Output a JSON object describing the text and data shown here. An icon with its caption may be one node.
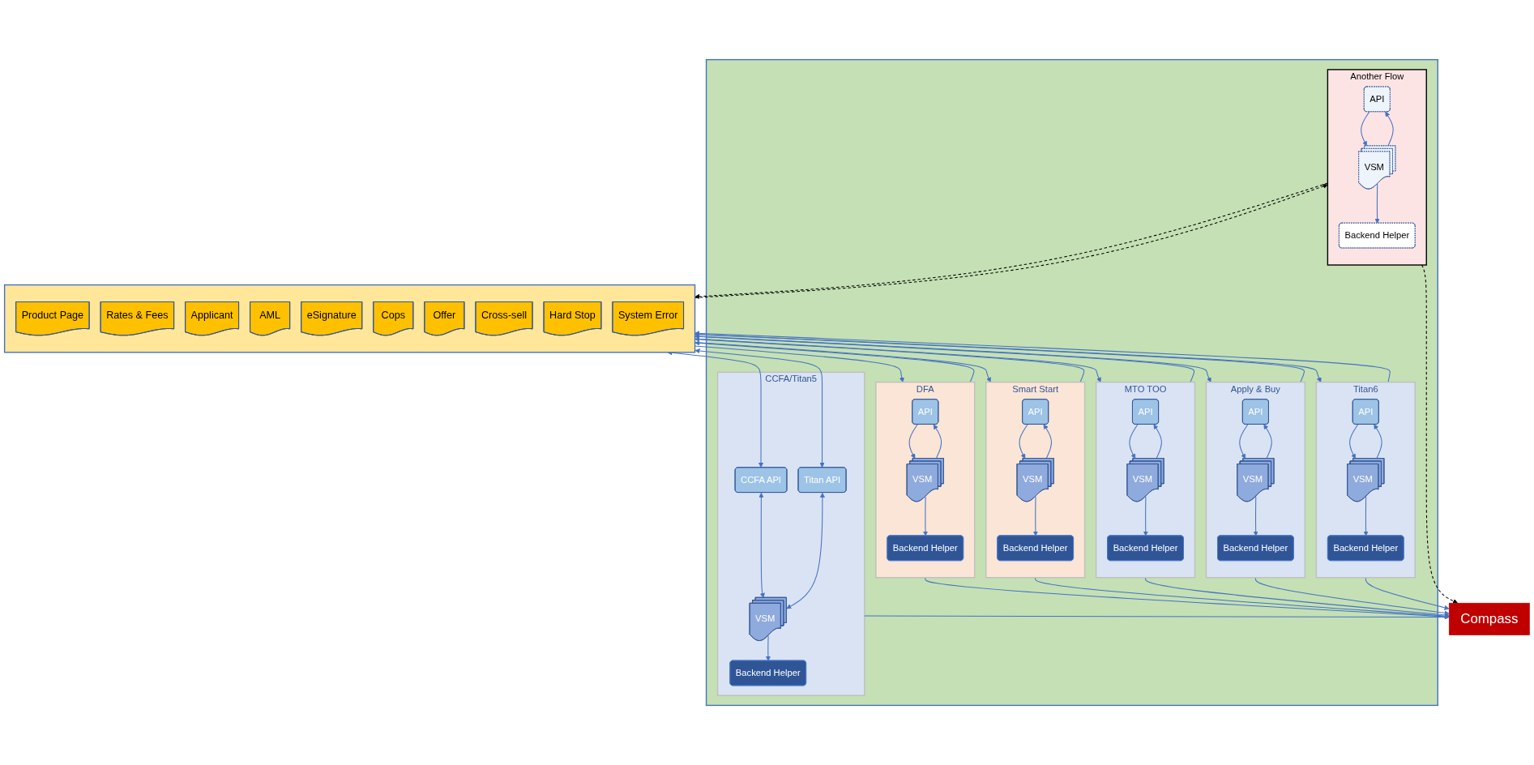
{
  "diagram": {
    "nodes": [
      {
        "text": [],
        "shape": "box"
      },
      {
        "text": [
          "Product Page"
        ],
        "in": 0
      },
      {
        "text": [
          "Rates & Fees"
        ],
        "in": 0
      },
      {
        "text": [
          "Applicant"
        ],
        "in": 0
      },
      {
        "text": [
          "AML"
        ],
        "in": 0
      },
      {
        "text": [
          "eSignature"
        ],
        "in": 0
      },
      {
        "text": [
          "Cops"
        ],
        "in": 0
      },
      {
        "text": [
          "Offer"
        ],
        "in": 0
      },
      {
        "text": [
          "Cross-sell"
        ],
        "in": 0
      },
      {
        "text": [
          "Hard Stop"
        ],
        "in": 0
      },
      {
        "text": [
          "System Error"
        ],
        "in": 0
      },
      {
        "text": [],
        "shape": "box"
      },
      {
        "text": [
          "DFA"
        ],
        "in": 11
      },
      {
        "text": [
          "API"
        ],
        "in": 12
      },
      {
        "text": [
          "VSM"
        ],
        "in": 12
      },
      {
        "text": [
          "Backend Helper"
        ],
        "in": 12
      },
      {
        "text": [
          "Smart Start"
        ],
        "in": 11
      },
      {
        "text": [
          "API"
        ],
        "in": 16
      },
      {
        "text": [
          "VSM"
        ],
        "in": 16
      },
      {
        "text": [
          "Backend Helper"
        ],
        "in": 16
      },
      {
        "text": [
          "CCFA/Titan5"
        ],
        "in": 11
      },
      {
        "text": [
          "CCFA API"
        ],
        "in": 20
      },
      {
        "text": [
          "Titan API"
        ],
        "in": 20
      },
      {
        "text": [
          "VSM"
        ],
        "in": 20
      },
      {
        "text": [
          "Backend Helper"
        ],
        "in": 20
      },
      {
        "text": [
          "MTO TOO"
        ],
        "in": 11
      },
      {
        "text": [
          "API"
        ],
        "in": 25
      },
      {
        "text": [
          "VSM"
        ],
        "in": 25
      },
      {
        "text": [
          "Backend Helper"
        ],
        "in": 25
      },
      {
        "text": [
          "Apply & Buy"
        ],
        "in": 11
      },
      {
        "text": [
          "API"
        ],
        "in": 29
      },
      {
        "text": [
          "VSM"
        ],
        "in": 29
      },
      {
        "text": [
          "Backend Helper"
        ],
        "in": 29
      },
      {
        "text": [
          "Titan6"
        ],
        "in": 11
      },
      {
        "text": [
          "API"
        ],
        "in": 33
      },
      {
        "text": [
          "VSM"
        ],
        "in": 33
      },
      {
        "text": [
          "Backend Helper"
        ],
        "in": 33
      },
      {
        "text": [
          "Another Flow"
        ],
        "in": 11
      },
      {
        "text": [
          "API"
        ],
        "in": 37
      },
      {
        "text": [
          "VSM"
        ],
        "in": 37
      },
      {
        "text": [
          "Backend Helper"
        ],
        "in": 37
      },
      {
        "text": [
          "Compass"
        ]
      }
    ],
    "edges": [
      {
        "from": 0,
        "to": 12,
        "arrow": "to"
      },
      {
        "from": 12,
        "to": 0,
        "arrow": "to"
      },
      {
        "from": 13,
        "to": 14,
        "arrow": "to"
      },
      {
        "from": 14,
        "to": 13,
        "arrow": "to"
      },
      {
        "from": 14,
        "to": 15,
        "arrow": "to"
      },
      {
        "from": 12,
        "to": 41,
        "arrow": "to"
      },
      {
        "from": 0,
        "to": 16,
        "arrow": "to"
      },
      {
        "from": 16,
        "to": 0,
        "arrow": "to"
      },
      {
        "from": 17,
        "to": 18,
        "arrow": "to"
      },
      {
        "from": 18,
        "to": 17,
        "arrow": "to"
      },
      {
        "from": 18,
        "to": 19,
        "arrow": "to"
      },
      {
        "from": 16,
        "to": 41,
        "arrow": "to"
      },
      {
        "from": 0,
        "to": 21,
        "arrow": "both"
      },
      {
        "from": 0,
        "to": 22,
        "arrow": "both"
      },
      {
        "from": 21,
        "to": 23,
        "arrow": "both"
      },
      {
        "from": 22,
        "to": 23,
        "arrow": "both"
      },
      {
        "from": 23,
        "to": 24,
        "arrow": "to"
      },
      {
        "from": 20,
        "to": 41,
        "arrow": "to"
      },
      {
        "from": 0,
        "to": 25,
        "arrow": "to"
      },
      {
        "from": 25,
        "to": 0,
        "arrow": "to"
      },
      {
        "from": 26,
        "to": 27,
        "arrow": "to"
      },
      {
        "from": 27,
        "to": 26,
        "arrow": "to"
      },
      {
        "from": 27,
        "to": 28,
        "arrow": "to"
      },
      {
        "from": 25,
        "to": 41,
        "arrow": "to"
      },
      {
        "from": 0,
        "to": 29,
        "arrow": "to"
      },
      {
        "from": 29,
        "to": 0,
        "arrow": "to"
      },
      {
        "from": 30,
        "to": 31,
        "arrow": "to"
      },
      {
        "from": 31,
        "to": 30,
        "arrow": "to"
      },
      {
        "from": 31,
        "to": 32,
        "arrow": "to"
      },
      {
        "from": 29,
        "to": 41,
        "arrow": "to"
      },
      {
        "from": 0,
        "to": 33,
        "arrow": "to"
      },
      {
        "from": 33,
        "to": 0,
        "arrow": "to"
      },
      {
        "from": 34,
        "to": 35,
        "arrow": "to"
      },
      {
        "from": 35,
        "to": 34,
        "arrow": "to"
      },
      {
        "from": 35,
        "to": 36,
        "arrow": "to"
      },
      {
        "from": 33,
        "to": 41,
        "arrow": "to"
      },
      {
        "from": 0,
        "to": 37,
        "arrow": "to",
        "style": "dashed",
        "color": "#000000"
      },
      {
        "from": 37,
        "to": 0,
        "arrow": "to",
        "style": "dashed",
        "color": "#000000"
      },
      {
        "from": 38,
        "to": 39,
        "arrow": "to"
      },
      {
        "from": 39,
        "to": 38,
        "arrow": "to"
      },
      {
        "from": 39,
        "to": 40,
        "arrow": "to"
      },
      {
        "from": 37,
        "to": 41,
        "arrow": "to",
        "style": "dashed",
        "color": "#000000"
      }
    ]
  }
}
